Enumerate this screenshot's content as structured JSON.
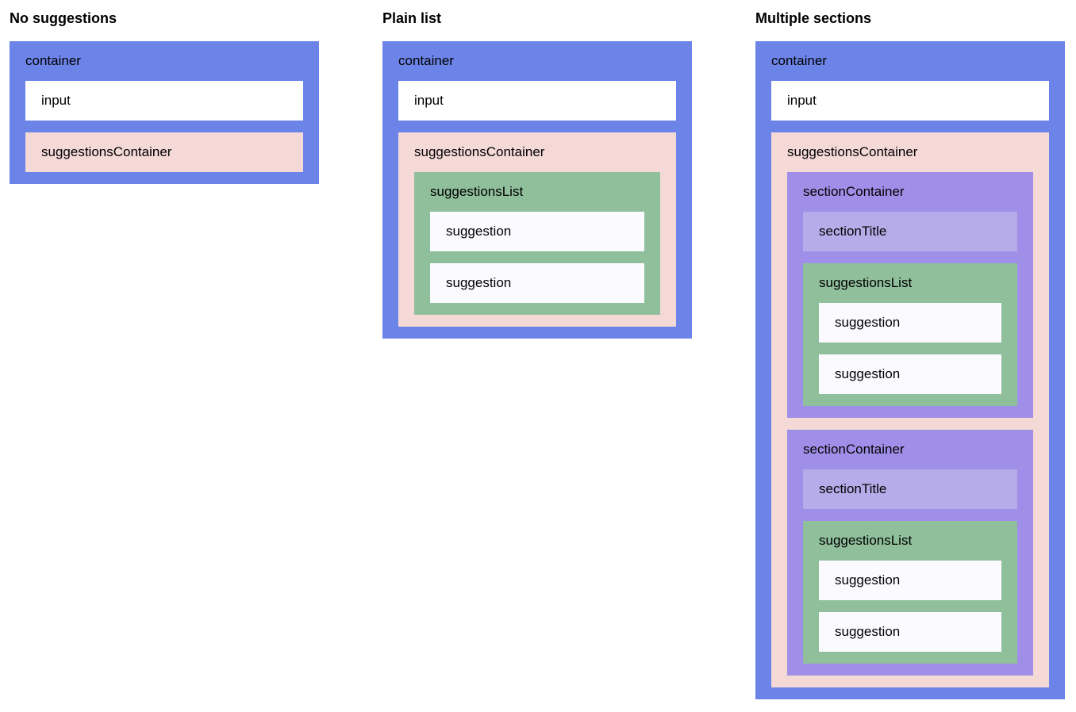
{
  "examples": [
    {
      "heading": "No suggestions"
    },
    {
      "heading": "Plain list"
    },
    {
      "heading": "Multiple sections"
    }
  ],
  "labels": {
    "container": "container",
    "input": "input",
    "suggestionsContainer": "suggestionsContainer",
    "suggestionsList": "suggestionsList",
    "suggestion": "suggestion",
    "sectionContainer": "sectionContainer",
    "sectionTitle": "sectionTitle"
  },
  "colors": {
    "page_background": "#ffffff",
    "text": "#000000",
    "container": "#6c84e8",
    "input": "#ffffff",
    "suggestionsContainer": "#f4d9d7",
    "suggestionsList": "#8fbf9b",
    "suggestion": "#fbfaff",
    "sectionContainer": "#a08fe8",
    "sectionTitle": "#b6ace9"
  }
}
